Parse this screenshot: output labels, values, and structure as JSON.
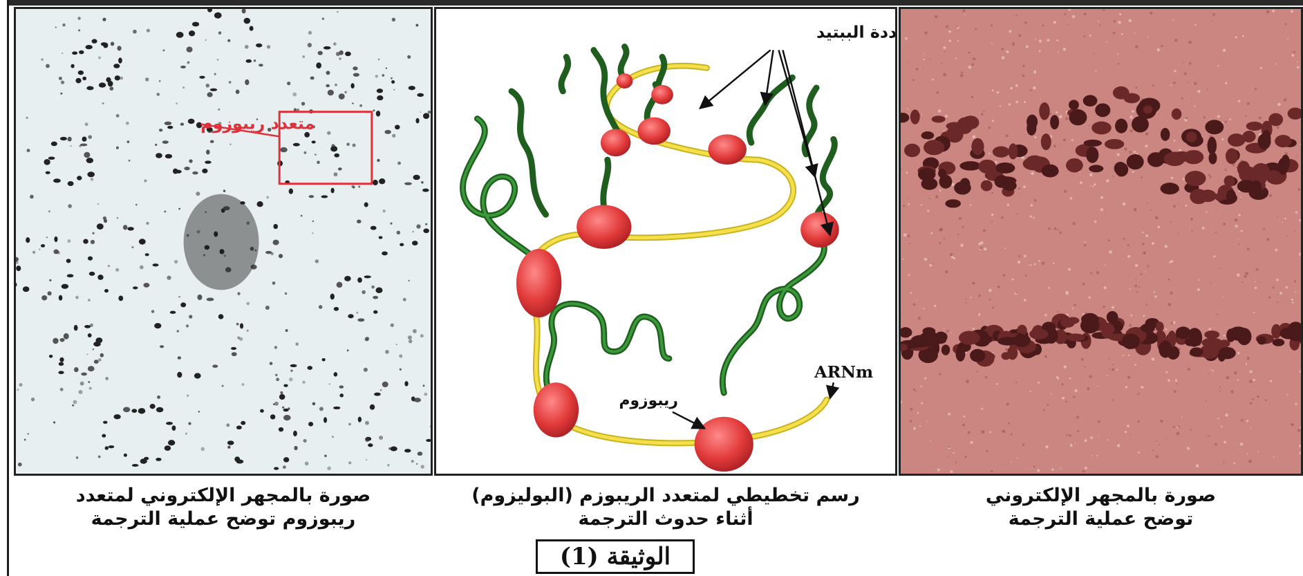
{
  "figure": {
    "left_panel": {
      "annotation": "متعدد ريبوزوم",
      "caption_line1": "صورة بالمجهر الإلكتروني لمتعدد",
      "caption_line2": "ريبوزوم توضح عملية الترجمة"
    },
    "middle_panel": {
      "label_polypeptides": "سلاسل متعددة الببتيد",
      "label_ribosome": "ريبوزوم",
      "label_mrna": "ARNm",
      "caption_line1": "رسم تخطيطي لمتعدد الريبوزم (البوليزوم)",
      "caption_line2": "أثناء حدوث الترجمة"
    },
    "right_panel": {
      "caption_line1": "صورة بالمجهر الإلكتروني",
      "caption_line2": "توضح عملية الترجمة"
    },
    "document_label": "الوثيقة (1)"
  },
  "colors": {
    "annotation_red": "#e0303a",
    "mrna_yellow": "#f3e04a",
    "ribosome_red": "#e23a3a",
    "polypeptide_green": "#2f7d2f",
    "micrograph_pink": "#c9807d"
  }
}
